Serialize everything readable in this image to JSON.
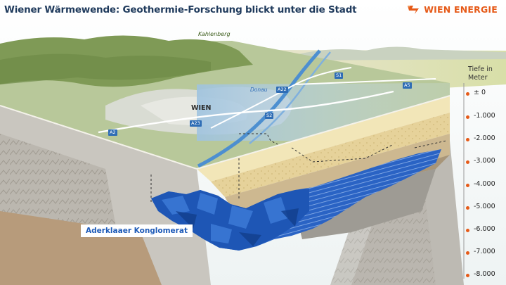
{
  "title": "Wiener Wärmewende: Geothermie-Forschung blickt unter die Stadt",
  "brand": {
    "name": "WIEN ENERGIE",
    "accent_color": "#e65a18",
    "icon": "wien-energie-logo"
  },
  "map": {
    "city": "WIEN",
    "river": "Donau",
    "hill": "Kahlenberg",
    "roads": [
      "A22",
      "S2",
      "S1",
      "A5",
      "A2",
      "A23"
    ]
  },
  "depth_scale": {
    "header": "Tiefe in Meter",
    "ticks": [
      "± 0",
      "-1.000",
      "-2.000",
      "-3.000",
      "-4.000",
      "-5.000",
      "-6.000",
      "-7.000",
      "-8.000"
    ]
  },
  "layers": {
    "reservoir": "Aderklaaer Konglomerat",
    "reservoir_color": "#1e56b5"
  }
}
